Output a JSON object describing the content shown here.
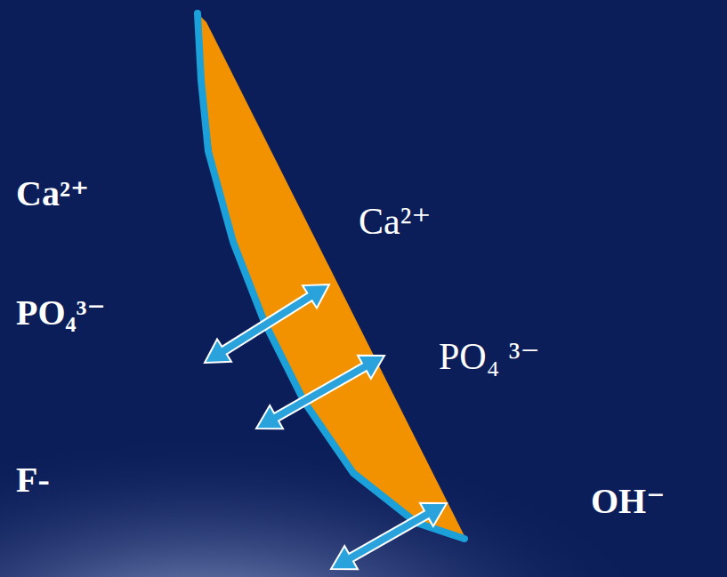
{
  "diagram": {
    "labels": [
      "Ca²⁺",
      "PO₄³⁻",
      "F-",
      "Ca²⁺",
      "PO₄ ³⁻",
      "OH⁻"
    ]
  }
}
